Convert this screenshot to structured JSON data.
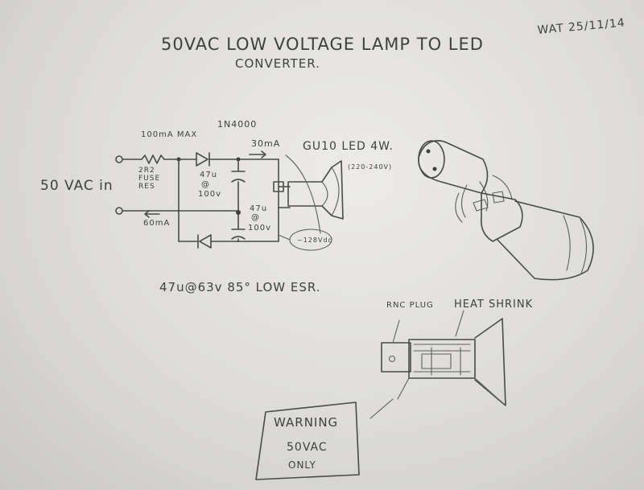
{
  "title": {
    "line1": "50VAC   LOW VOLTAGE LAMP TO LED",
    "line2": "CONVERTER.",
    "date": "WAT 25/11/14"
  },
  "circuit": {
    "input_label": "50 VAC in",
    "current_max": "100mA MAX",
    "fuse_label": [
      "2R2",
      "FUSE",
      "RES"
    ],
    "diode_label": "1N4000",
    "current_out": "30mA",
    "current_in": "60mA",
    "cap_top_label": [
      "47u",
      "@",
      "100v"
    ],
    "cap_bottom_label": [
      "47u",
      "@",
      "100v"
    ],
    "voltage_bubble": "~128Vdc",
    "led_label": "GU10 LED 4W.",
    "led_voltage": "(220-240V)",
    "cap_spec": "47u@63v  85° LOW ESR."
  },
  "detail": {
    "rnc_label": "RNC PLUG",
    "shrink_label": "HEAT SHRINK",
    "warning_title": "WARNING",
    "warning_line2": "50VAC",
    "warning_line3": "ONLY"
  }
}
